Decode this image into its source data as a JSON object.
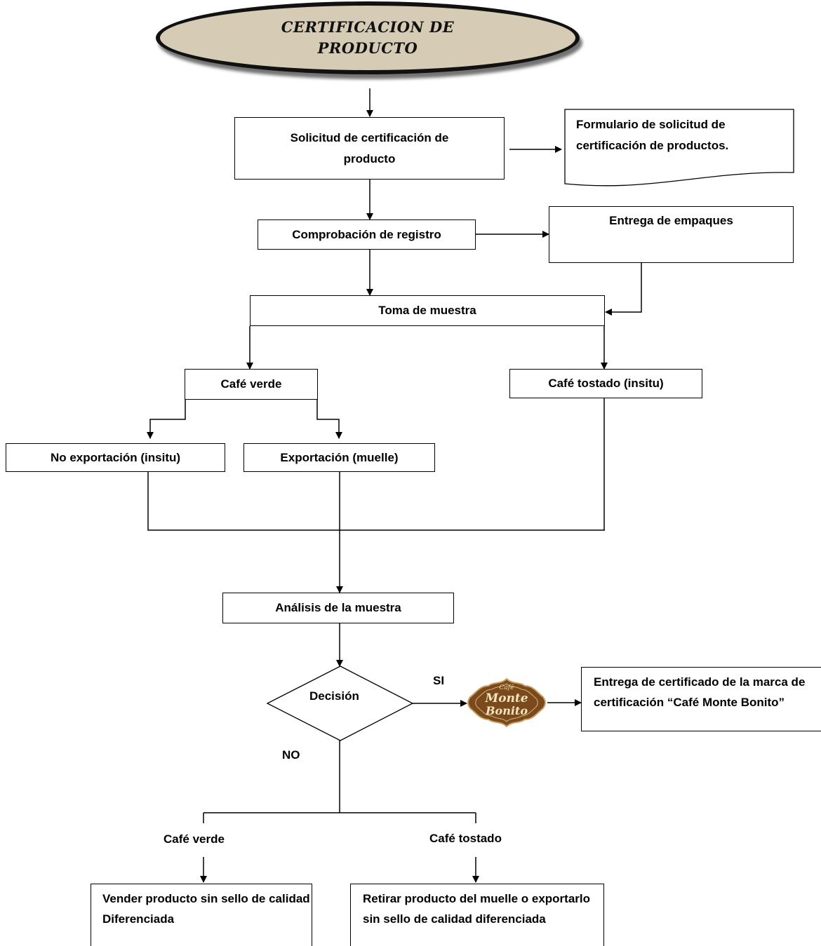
{
  "title": "CERTIFICACION DE PRODUCTO",
  "nodes": {
    "solicitud": "Solicitud de certificación de producto",
    "formulario": "Formulario de solicitud de certificación de productos.",
    "comprobacion": "Comprobación de registro",
    "entrega_empaques": "Entrega de empaques",
    "toma_muestra": "Toma de muestra",
    "cafe_verde": "Café verde",
    "cafe_tostado_insitu": "Café tostado (insitu)",
    "no_exportacion": "No exportación (insitu)",
    "exportacion": "Exportación (muelle)",
    "analisis": "Análisis de la muestra",
    "decision": "Decisión",
    "entrega_certificado": "Entrega de certificado de la marca de certificación “Café Monte Bonito”",
    "vender": "Vender producto sin sello de calidad Diferenciada",
    "retirar": "Retirar producto del muelle o exportarlo sin sello de calidad diferenciada"
  },
  "edge_labels": {
    "si": "SI",
    "no": "NO",
    "cafe_verde": "Café verde",
    "cafe_tostado": "Café tostado"
  },
  "logo": {
    "top": "Café",
    "line1": "Monte",
    "line2": "Bonito",
    "color": "#7a4a1c"
  }
}
